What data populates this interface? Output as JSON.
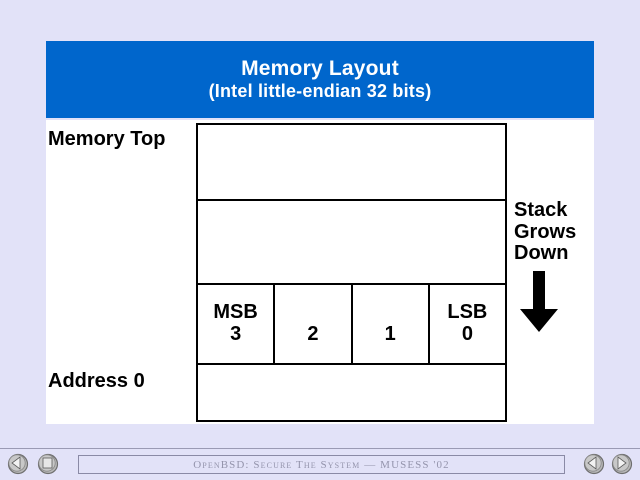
{
  "slide": {
    "title": {
      "main": "Memory Layout",
      "subtitle": "(Intel little-endian 32 bits)",
      "bar_color": "#0066cc",
      "text_color": "#ffffff"
    },
    "labels": {
      "memory_top": "Memory Top",
      "address_0": "Address 0"
    },
    "memory_table": {
      "rows": [
        {
          "name": "empty-top",
          "cells": []
        },
        {
          "name": "empty-middle",
          "cells": []
        },
        {
          "name": "byte-row",
          "cells": [
            {
              "tag": "MSB",
              "num": "3"
            },
            {
              "tag": "",
              "num": "2"
            },
            {
              "tag": "",
              "num": "1"
            },
            {
              "tag": "LSB",
              "num": "0"
            }
          ]
        },
        {
          "name": "empty-bottom",
          "cells": []
        }
      ]
    },
    "stack_note": {
      "lines": [
        "Stack",
        "Grows",
        "Down"
      ],
      "arrow_direction": "down"
    }
  },
  "footer": {
    "status_text": "OpenBSD: Secure The System — MUSESS '02",
    "buttons": [
      {
        "name": "first",
        "icon": "first-page-icon"
      },
      {
        "name": "index",
        "icon": "stop-square-icon"
      },
      {
        "name": "prev",
        "icon": "previous-page-icon"
      },
      {
        "name": "next",
        "icon": "next-page-icon"
      }
    ]
  },
  "colors": {
    "background": "#e2e2f8",
    "slide_surface": "#ffffff",
    "accent_blue": "#0066cc",
    "footer_text": "#9494ac"
  }
}
